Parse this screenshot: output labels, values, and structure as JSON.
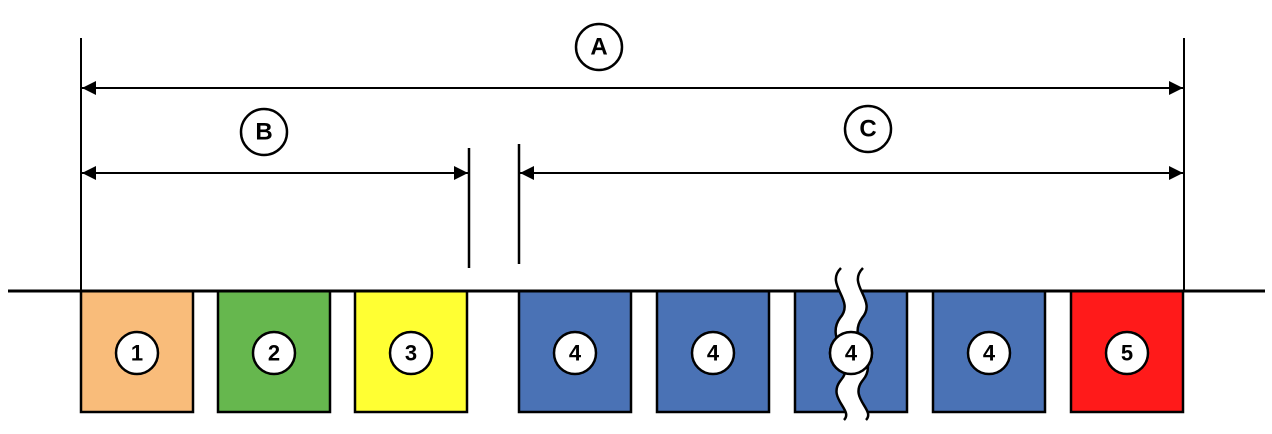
{
  "dimensions": {
    "A": "A",
    "B": "B",
    "C": "C"
  },
  "blocks": [
    {
      "label": "1",
      "color": "#F9BC7A"
    },
    {
      "label": "2",
      "color": "#66B74E"
    },
    {
      "label": "3",
      "color": "#FFFF33"
    },
    {
      "label": "4",
      "color": "#4A72B5"
    },
    {
      "label": "4",
      "color": "#4A72B5"
    },
    {
      "label": "4",
      "color": "#4A72B5",
      "break_mark": true
    },
    {
      "label": "4",
      "color": "#4A72B5"
    },
    {
      "label": "5",
      "color": "#FF1A1A"
    }
  ]
}
